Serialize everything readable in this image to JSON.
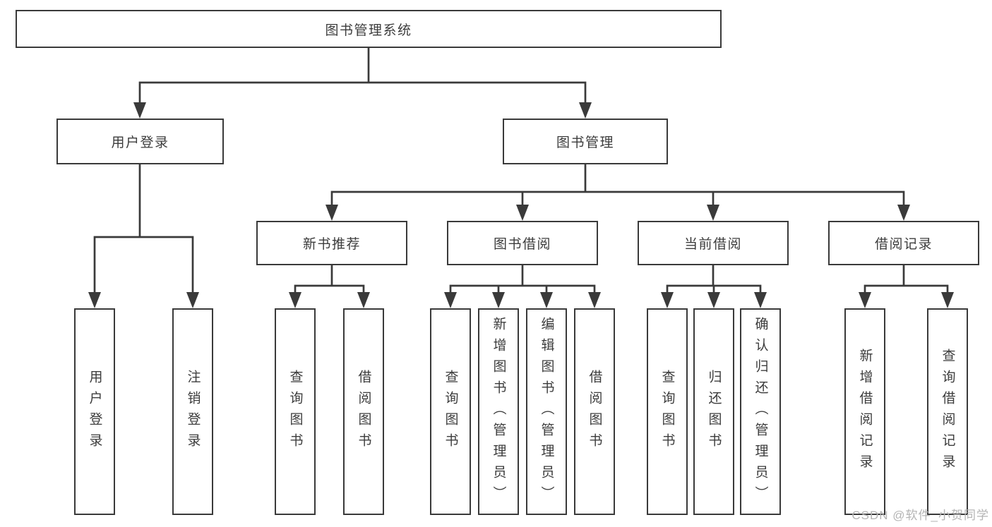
{
  "diagram": {
    "root_label": "图书管理系统",
    "level2": {
      "login": "用户登录",
      "management": "图书管理"
    },
    "login_children": [
      "用户登录",
      "注销登录"
    ],
    "level3": {
      "recommend": "新书推荐",
      "borrow": "图书借阅",
      "current": "当前借阅",
      "records": "借阅记录"
    },
    "recommend_children": [
      "查询图书",
      "借阅图书"
    ],
    "borrow_children": [
      "查询图书",
      "新增图书（管理员）",
      "编辑图书（管理员）",
      "借阅图书"
    ],
    "current_children": [
      "查询图书",
      "归还图书",
      "确认归还（管理员）"
    ],
    "records_children": [
      "新增借阅记录",
      "查询借阅记录"
    ],
    "watermark": "CSDN @软件_小贺同学"
  },
  "colors": {
    "line": "#3a3a3a",
    "text": "#3c3c3c",
    "watermark": "#b4b4b4",
    "background": "#ffffff"
  }
}
